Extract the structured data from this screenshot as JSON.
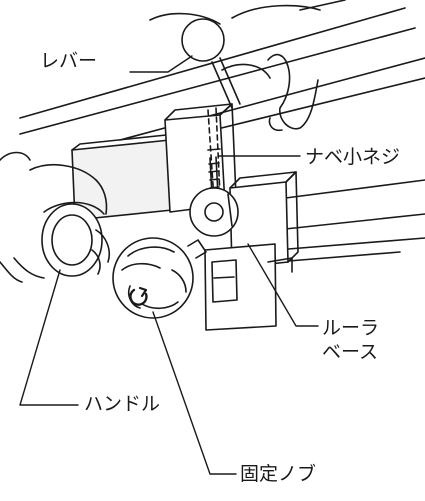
{
  "labels": {
    "lever": "レバー",
    "pan_head_screw": "ナベ小ネジ",
    "ruler_base_line1": "ルーラ",
    "ruler_base_line2": "ベース",
    "handle": "ハンドル",
    "fixing_knob": "固定ノブ"
  }
}
